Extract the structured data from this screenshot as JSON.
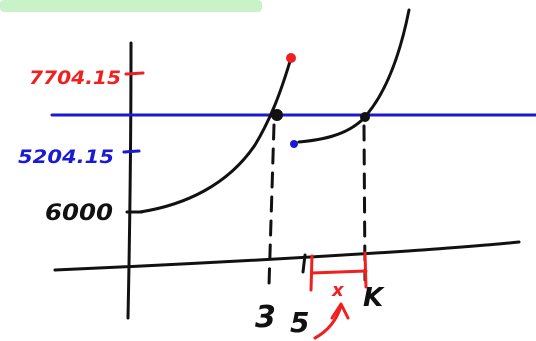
{
  "labels": {
    "y_top": "7704.15",
    "y_mid": "5204.15",
    "y_start": "6000",
    "x_first": "3",
    "x_second": "5",
    "x_third": "K",
    "interval": "x"
  },
  "colors": {
    "ink": "#111111",
    "red": "#ee2020",
    "blue": "#1a1ad6",
    "highlight": "#c9f2c9"
  }
}
